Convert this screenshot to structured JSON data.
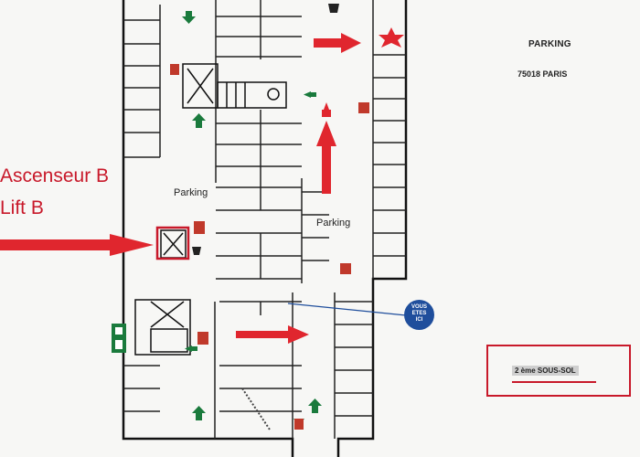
{
  "header": {
    "title": "PARKING",
    "city": "75018 PARIS"
  },
  "zones": [
    "Parking",
    "Parking"
  ],
  "callout": {
    "line1": "Ascenseur B",
    "line2": "Lift B"
  },
  "you_are_here": [
    "VOUS",
    "ETES",
    "ICI"
  ],
  "level": "2 ème SOUS-SOL",
  "colors": {
    "accent_red": "#e0262e",
    "callout_red": "#c8192a",
    "exit_green": "#1a7a3c",
    "marker_blue": "#1f4e9c",
    "fire_orange": "#c0392b"
  }
}
